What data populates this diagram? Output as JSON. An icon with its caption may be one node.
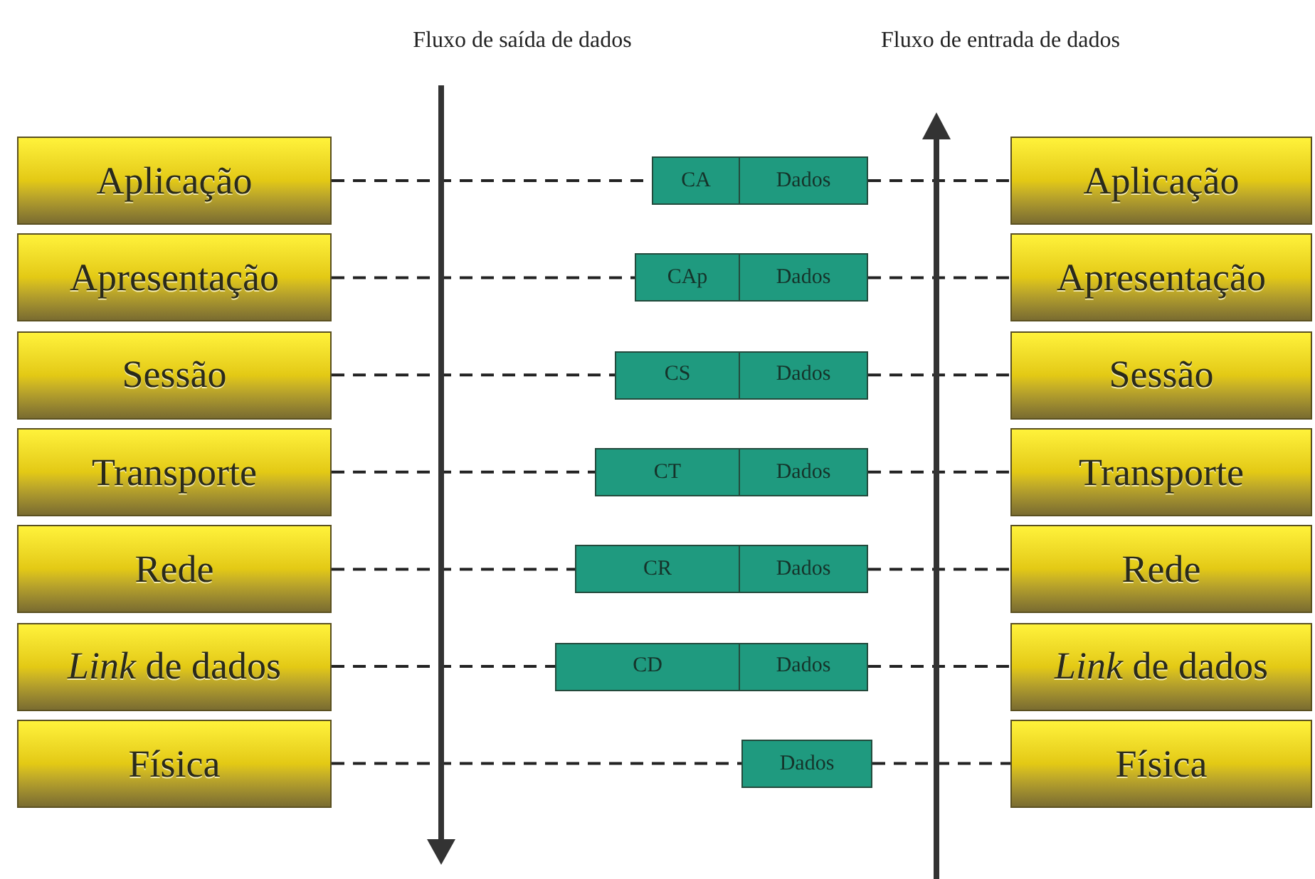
{
  "diagram": {
    "nodes": [
      {
        "text": [
          "Aplicação"
        ]
      },
      {
        "text": [
          "Apresentação"
        ]
      },
      {
        "text": [
          "Sessão"
        ]
      },
      {
        "text": [
          "Transporte"
        ]
      },
      {
        "text": [
          "Rede"
        ]
      },
      {
        "text": [
          "*Link* de dados"
        ]
      },
      {
        "text": [
          "Física"
        ]
      },
      {
        "text": [
          "CA"
        ]
      },
      {
        "text": [
          "CAp"
        ]
      },
      {
        "text": [
          "CS"
        ]
      },
      {
        "text": [
          "CT"
        ]
      },
      {
        "text": [
          "CR"
        ]
      },
      {
        "text": [
          "CD"
        ]
      },
      {
        "text": [
          "Dados"
        ]
      },
      {
        "text": [
          "Dados"
        ]
      },
      {
        "text": [
          "Dados"
        ]
      },
      {
        "text": [
          "Dados"
        ]
      },
      {
        "text": [
          "Dados"
        ]
      },
      {
        "text": [
          "Dados"
        ]
      },
      {
        "text": [
          "Dados"
        ]
      },
      {
        "text": [
          "Aplicação"
        ]
      },
      {
        "text": [
          "Apresentação"
        ]
      },
      {
        "text": [
          "Sessão"
        ]
      },
      {
        "text": [
          "Transporte"
        ]
      },
      {
        "text": [
          "Rede"
        ]
      },
      {
        "text": [
          "*Link* de dados"
        ]
      },
      {
        "text": [
          "Física"
        ]
      }
    ],
    "edges": [
      {
        "from": 0,
        "to": 7,
        "arrow": "none",
        "style": "dashed"
      },
      {
        "from": 1,
        "to": 8,
        "arrow": "none",
        "style": "dashed"
      },
      {
        "from": 2,
        "to": 9,
        "arrow": "none",
        "style": "dashed"
      },
      {
        "from": 3,
        "to": 10,
        "arrow": "none",
        "style": "dashed"
      },
      {
        "from": 4,
        "to": 11,
        "arrow": "none",
        "style": "dashed"
      },
      {
        "from": 5,
        "to": 12,
        "arrow": "none",
        "style": "dashed"
      },
      {
        "from": 6,
        "to": 19,
        "arrow": "none",
        "style": "dashed"
      },
      {
        "from": 13,
        "to": 20,
        "arrow": "none",
        "style": "dashed"
      },
      {
        "from": 14,
        "to": 21,
        "arrow": "none",
        "style": "dashed"
      },
      {
        "from": 15,
        "to": 22,
        "arrow": "none",
        "style": "dashed"
      },
      {
        "from": 16,
        "to": 23,
        "arrow": "none",
        "style": "dashed"
      },
      {
        "from": 17,
        "to": 24,
        "arrow": "none",
        "style": "dashed"
      },
      {
        "from": 18,
        "to": 25,
        "arrow": "none",
        "style": "dashed"
      },
      {
        "from": 19,
        "to": 26,
        "arrow": "none",
        "style": "dashed"
      }
    ],
    "labels": [
      "Fluxo de saída de dados",
      "Fluxo de entrada de dados"
    ]
  }
}
